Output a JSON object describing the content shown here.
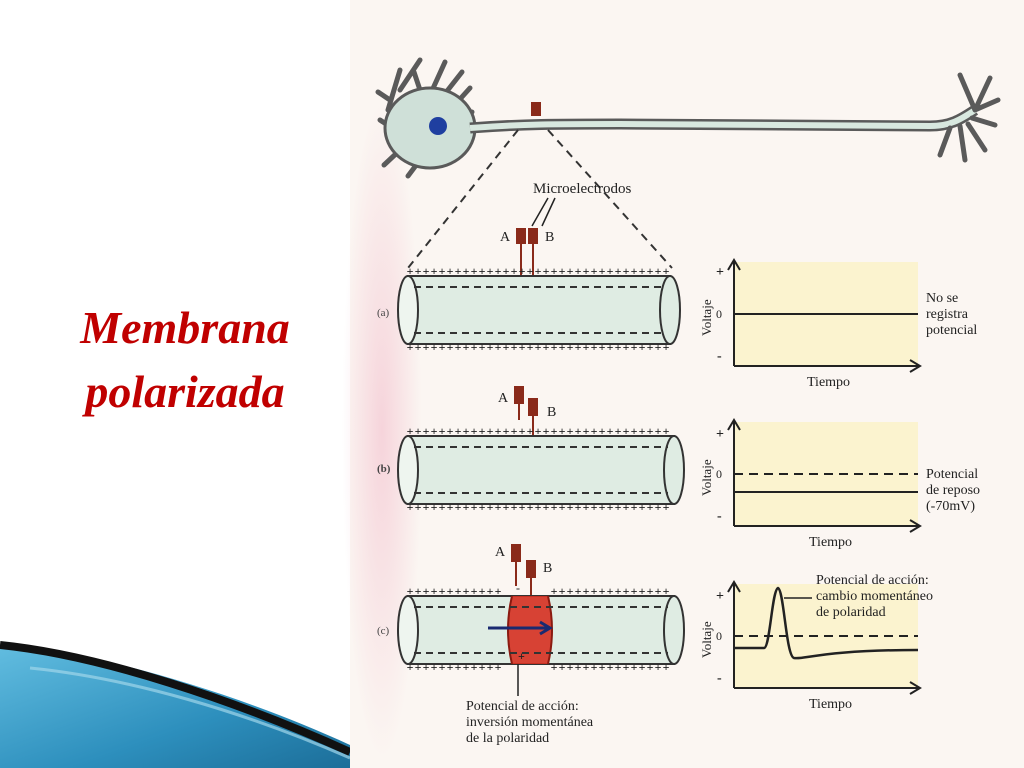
{
  "slide": {
    "title_line1": "Membrana",
    "title_line2": "polarizada"
  },
  "figure": {
    "microelectrodes_label": "Microelectrodos",
    "electrode_a": "A",
    "electrode_b": "B",
    "panels": [
      {
        "letter": "(a)",
        "note_lines": [
          "No se",
          "registra",
          "potencial"
        ]
      },
      {
        "letter": "(b)",
        "note_lines": [
          "Potencial",
          "de reposo",
          "(-70mV)"
        ]
      },
      {
        "letter": "(c)",
        "note_lines": [
          "Potencial de acción:",
          "cambio momentáneo",
          "de polaridad"
        ]
      }
    ],
    "graph_ylabel": "Voltaje",
    "graph_xlabel": "Tiempo",
    "graph_plus": "+",
    "graph_minus": "-",
    "graph_zero": "0",
    "bottom_note_lines": [
      "Potencial de acción:",
      "inversión momentánea",
      "de la polaridad"
    ]
  },
  "colors": {
    "title": "#c00000",
    "figure_bg": "#fbf6f2",
    "axon_fill": "#dfece3",
    "graph_bg": "#fbf3cf",
    "depolarized": "#d63020",
    "electrode": "#8a2a1a",
    "deco_blue": "#3a9cc4",
    "deco_dark": "#111111"
  }
}
